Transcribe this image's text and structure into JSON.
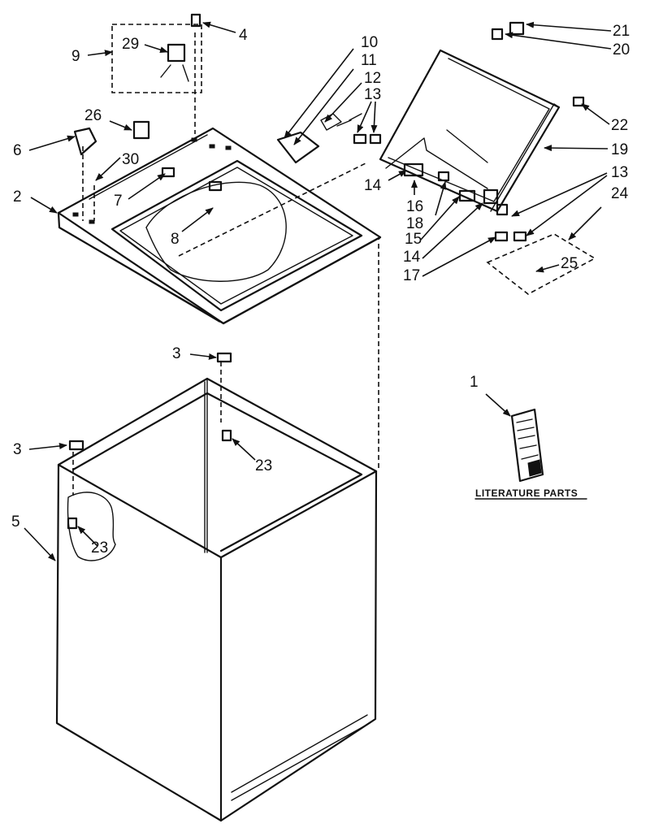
{
  "callouts": {
    "c1": "1",
    "c2": "2",
    "c3a": "3",
    "c3b": "3",
    "c4": "4",
    "c5": "5",
    "c6": "6",
    "c7": "7",
    "c8": "8",
    "c9": "9",
    "c10": "10",
    "c11": "11",
    "c12": "12",
    "c13a": "13",
    "c13b": "13",
    "c14a": "14",
    "c14b": "14",
    "c15": "15",
    "c16": "16",
    "c17": "17",
    "c18": "18",
    "c19": "19",
    "c20": "20",
    "c21": "21",
    "c22": "22",
    "c23a": "23",
    "c23b": "23",
    "c24": "24",
    "c25": "25",
    "c26": "26",
    "c29": "29",
    "c30": "30"
  },
  "literature_caption": "LITERATURE PARTS"
}
